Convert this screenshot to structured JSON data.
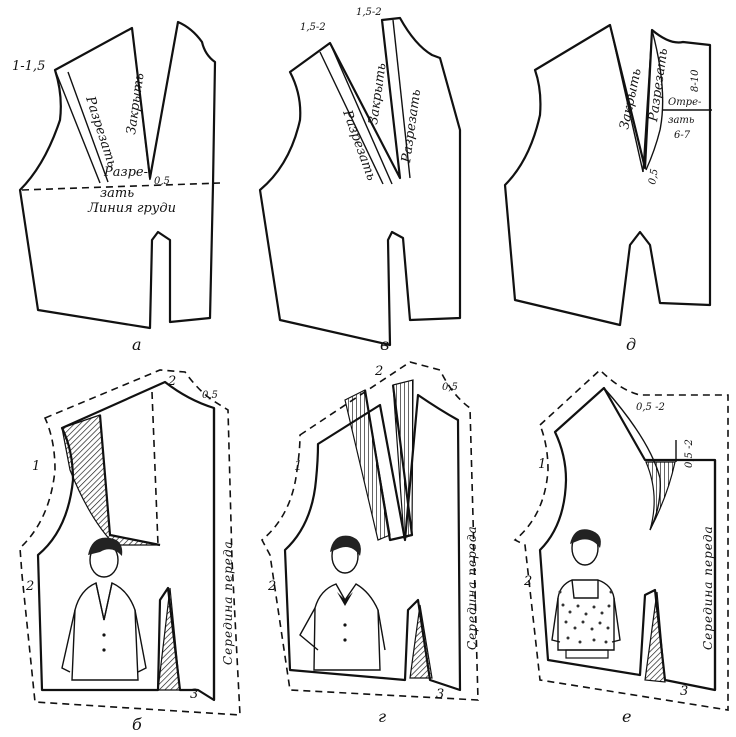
{
  "figure": {
    "captions": [
      "а",
      "в",
      "д",
      "б",
      "г",
      "е"
    ],
    "labels": {
      "a_offset": "1-1,5",
      "a_cut": "Разрезать",
      "a_close": "Закрыть",
      "a_cut2_line1": "Разре-",
      "a_cut2_line2": "зать",
      "a_half": "0,5",
      "a_bust_line": "Линия груди",
      "v_left_offset": "1,5-2",
      "v_right_offset": "1,5-2",
      "v_cut": "Разрезать",
      "v_close": "Закрыть",
      "v_cut2": "Разрезать",
      "d_close": "Закрыть",
      "d_cut": "Разрезать",
      "d_measure_top": "8-10",
      "d_cut2_line1": "Отре-",
      "d_cut2_line2": "зать",
      "d_measure_bottom": "6-7",
      "d_half": "0,5",
      "b_num_1": "1",
      "b_num_2a": "2",
      "b_num_2b": "2",
      "b_num_3": "3",
      "b_half": "0,5",
      "b_center": "Середина переда",
      "g_num_1": "1",
      "g_num_2a": "2",
      "g_num_2b": "2",
      "g_num_3": "3",
      "g_half": "0,5",
      "g_center": "Середина переда",
      "e_num_1": "1",
      "e_num_2": "2",
      "e_num_3": "3",
      "e_range_top": "0,5 -2",
      "e_range_side": "0,5 -2",
      "e_center": "Середина переда"
    }
  }
}
